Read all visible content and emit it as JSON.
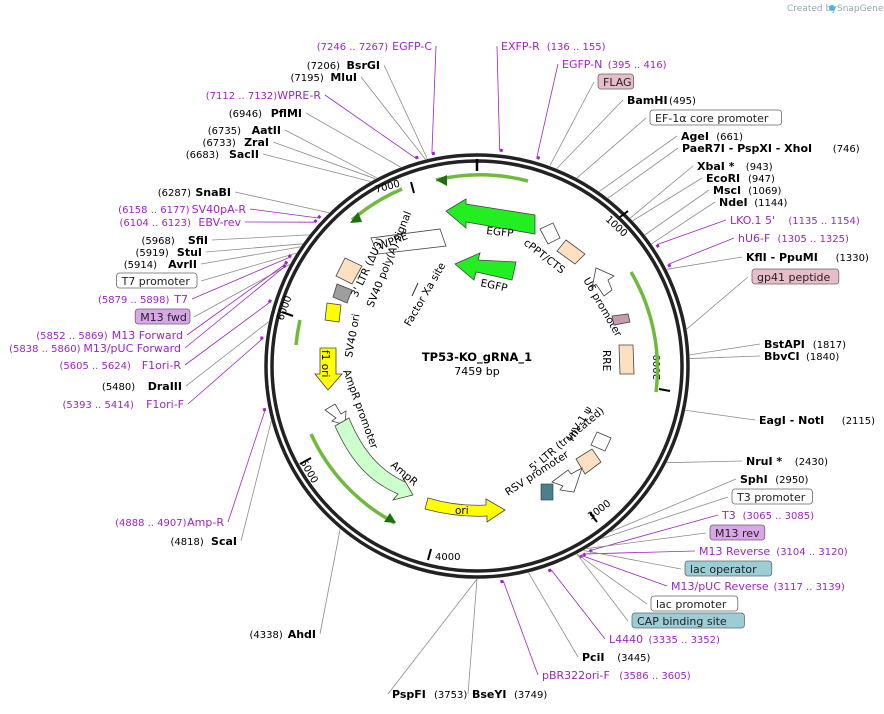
{
  "credit": {
    "created_by": "Created by",
    "brand": "SnapGene"
  },
  "plasmid": {
    "name": "TP53-KO_gRNA_1",
    "length": "7459 bp"
  },
  "colors": {
    "enzyme": "#000000",
    "primer": "#9b26c0",
    "line": "#8c8c8c",
    "primer_tick": "#9b26c0"
  },
  "map_ticks": [
    "1000",
    "2000",
    "3000",
    "4000",
    "5000",
    "6000",
    "7000"
  ],
  "left_labels": [
    {
      "pos": "(7246 .. 7267)",
      "name": "EGFP-C",
      "type": "primer"
    },
    {
      "pos": "(7206)",
      "name": "BsrGI",
      "type": "enzyme"
    },
    {
      "pos": "(7195)",
      "name": "MluI",
      "type": "enzyme"
    },
    {
      "pos": "(7112 .. 7132)",
      "name": "WPRE-R",
      "type": "primer"
    },
    {
      "pos": "(6946)",
      "name": "PflMI",
      "type": "enzyme"
    },
    {
      "pos": "(6735)",
      "name": "AatII",
      "type": "enzyme"
    },
    {
      "pos": "(6733)",
      "name": "ZraI",
      "type": "enzyme"
    },
    {
      "pos": "(6683)",
      "name": "SacII",
      "type": "enzyme"
    },
    {
      "pos": "(6287)",
      "name": "SnaBI",
      "type": "enzyme"
    },
    {
      "pos": "(6158 .. 6177)",
      "name": "SV40pA-R",
      "type": "primer"
    },
    {
      "pos": "(6104 .. 6123)",
      "name": "EBV-rev",
      "type": "primer"
    },
    {
      "pos": "(5968)",
      "name": "SfiI",
      "type": "enzyme"
    },
    {
      "pos": "(5919)",
      "name": "StuI",
      "type": "enzyme"
    },
    {
      "pos": "(5914)",
      "name": "AvrII",
      "type": "enzyme"
    },
    {
      "pos": "",
      "name": "T7 promoter",
      "type": "box-white"
    },
    {
      "pos": "(5879 .. 5898)",
      "name": "T7",
      "type": "primer"
    },
    {
      "pos": "",
      "name": "M13 fwd",
      "type": "box-purple"
    },
    {
      "pos": "(5852 .. 5869)",
      "name": "M13 Forward",
      "type": "primer"
    },
    {
      "pos": "(5838 .. 5860)",
      "name": "M13/pUC Forward",
      "type": "primer"
    },
    {
      "pos": "(5605 .. 5624)",
      "name": "F1ori-R",
      "type": "primer"
    },
    {
      "pos": "(5480)",
      "name": "DraIII",
      "type": "enzyme"
    },
    {
      "pos": "(5393 .. 5414)",
      "name": "F1ori-F",
      "type": "primer"
    },
    {
      "pos": "(4888 .. 4907)",
      "name": "Amp-R",
      "type": "primer"
    },
    {
      "pos": "(4818)",
      "name": "ScaI",
      "type": "enzyme"
    },
    {
      "pos": "(4338)",
      "name": "AhdI",
      "type": "enzyme"
    }
  ],
  "right_labels": [
    {
      "name": "EXFP-R",
      "pos": "(136 .. 155)",
      "type": "primer"
    },
    {
      "name": "EGFP-N",
      "pos": "(395 .. 416)",
      "type": "primer"
    },
    {
      "name": "FLAG",
      "pos": "",
      "type": "box-pink"
    },
    {
      "name": "BamHI",
      "pos": "(495)",
      "type": "enzyme"
    },
    {
      "name": "EF-1α core promoter",
      "pos": "",
      "type": "box-white"
    },
    {
      "name": "AgeI",
      "pos": "(661)",
      "type": "enzyme"
    },
    {
      "name": "PaeR7I - PspXI - XhoI",
      "pos": "(746)",
      "type": "enzyme"
    },
    {
      "name": "XbaI *",
      "pos": "(943)",
      "type": "enzyme"
    },
    {
      "name": "EcoRI",
      "pos": "(947)",
      "type": "enzyme"
    },
    {
      "name": "MscI",
      "pos": "(1069)",
      "type": "enzyme"
    },
    {
      "name": "NdeI",
      "pos": "(1144)",
      "type": "enzyme"
    },
    {
      "name": "LKO.1 5'",
      "pos": "(1135 .. 1154)",
      "type": "primer"
    },
    {
      "name": "hU6-F",
      "pos": "(1305 .. 1325)",
      "type": "primer"
    },
    {
      "name": "KflI - PpuMI",
      "pos": "(1330)",
      "type": "enzyme"
    },
    {
      "name": "gp41 peptide",
      "pos": "",
      "type": "box-pink"
    },
    {
      "name": "BstAPI",
      "pos": "(1817)",
      "type": "enzyme"
    },
    {
      "name": "BbvCI",
      "pos": "(1840)",
      "type": "enzyme"
    },
    {
      "name": "EagI - NotI",
      "pos": "(2115)",
      "type": "enzyme"
    },
    {
      "name": "NruI *",
      "pos": "(2430)",
      "type": "enzyme"
    },
    {
      "name": "SphI",
      "pos": "(2950)",
      "type": "enzyme"
    },
    {
      "name": "T3 promoter",
      "pos": "",
      "type": "box-white"
    },
    {
      "name": "T3",
      "pos": "(3065 .. 3085)",
      "type": "primer"
    },
    {
      "name": "M13 rev",
      "pos": "",
      "type": "box-purple"
    },
    {
      "name": "M13 Reverse",
      "pos": "(3104 .. 3120)",
      "type": "primer"
    },
    {
      "name": "lac operator",
      "pos": "",
      "type": "box-teal"
    },
    {
      "name": "M13/pUC Reverse",
      "pos": "(3117 .. 3139)",
      "type": "primer"
    },
    {
      "name": "lac promoter",
      "pos": "",
      "type": "box-white"
    },
    {
      "name": "CAP binding site",
      "pos": "",
      "type": "box-teal"
    },
    {
      "name": "L4440",
      "pos": "(3335 .. 3352)",
      "type": "primer"
    },
    {
      "name": "PciI",
      "pos": "(3445)",
      "type": "enzyme"
    },
    {
      "name": "pBR322ori-F",
      "pos": "(3586 .. 3605)",
      "type": "primer"
    },
    {
      "name": "BseYI",
      "pos": "(3749)",
      "type": "enzyme"
    },
    {
      "name": "PspFI",
      "pos": "(3753)",
      "type": "enzyme"
    }
  ],
  "features": [
    {
      "name": "EGFP",
      "color": "#22ee22"
    },
    {
      "name": "EGFP",
      "color": "#22ee22"
    },
    {
      "name": "WPRE",
      "color": "#ffffff"
    },
    {
      "name": "cPPT/CTS",
      "color": "#ffffff"
    },
    {
      "name": "3' LTR (ΔU3)",
      "color": "#fde0c2"
    },
    {
      "name": "SV40 poly(A) signal",
      "color": "#9e9e9e"
    },
    {
      "name": "Factor Xa site",
      "color": "#ffffff"
    },
    {
      "name": "U6 promoter",
      "color": "#ffffff"
    },
    {
      "name": "SV40 ori",
      "color": "#ffff00"
    },
    {
      "name": "f1 ori",
      "color": "#ffff00"
    },
    {
      "name": "RRE",
      "color": "#fde0c2"
    },
    {
      "name": "AmpR promoter",
      "color": "#ffffff"
    },
    {
      "name": "AmpR",
      "color": "#ccffcc"
    },
    {
      "name": "HIV-1 ψ",
      "color": "#ffffff"
    },
    {
      "name": "5' LTR (truncated)",
      "color": "#fde0c2"
    },
    {
      "name": "RSV promoter",
      "color": "#ffffff"
    },
    {
      "name": "ori",
      "color": "#ffff00"
    }
  ]
}
